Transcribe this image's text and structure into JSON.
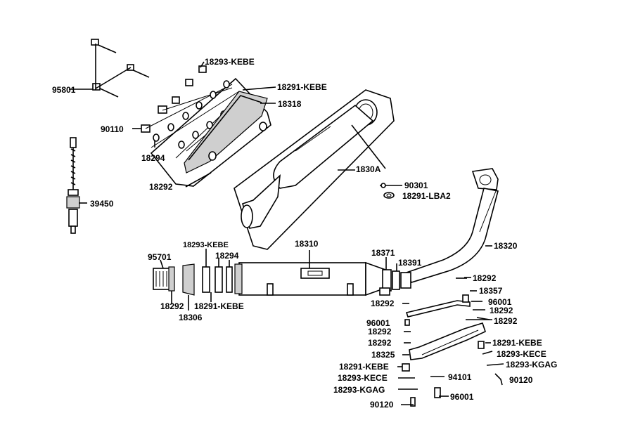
{
  "labels": {
    "l95801": "95801",
    "l18293_kebe_a": "18293-KEBE",
    "l18291_kebe_a": "18291-KEBE",
    "l18318": "18318",
    "l90110": "90110",
    "l18294_a": "18294",
    "l18292_a": "18292",
    "l1830a": "1830A",
    "l39450": "39450",
    "l90301": "90301",
    "l18291_lba2": "18291-LBA2",
    "l18320": "18320",
    "l18310": "18310",
    "l18293_kebe_b": "18293-KEBE",
    "l95701": "95701",
    "l18294_b": "18294",
    "l18371": "18371",
    "l18391": "18391",
    "l18292_b": "18292",
    "l18291_kebe_b": "18291-KEBE",
    "l18306": "18306",
    "l18292_c": "18292",
    "l18357": "18357",
    "l18292_d": "18292",
    "l96001_a": "96001",
    "l18292_e": "18292",
    "l96001_b": "96001",
    "l18292_f": "18292",
    "l18292_g": "18292",
    "l18292_h": "18292",
    "l18291_kebe_c": "18291-KEBE",
    "l18325": "18325",
    "l18293_kece_a": "18293-KECE",
    "l18291_kebe_d": "18291-KEBE",
    "l18293_kgag_a": "18293-KGAG",
    "l18293_kece_b": "18293-KECE",
    "l94101": "94101",
    "l90120_a": "90120",
    "l18293_kgag_b": "18293-KGAG",
    "l96001_c": "96001",
    "l90120_b": "90120"
  }
}
